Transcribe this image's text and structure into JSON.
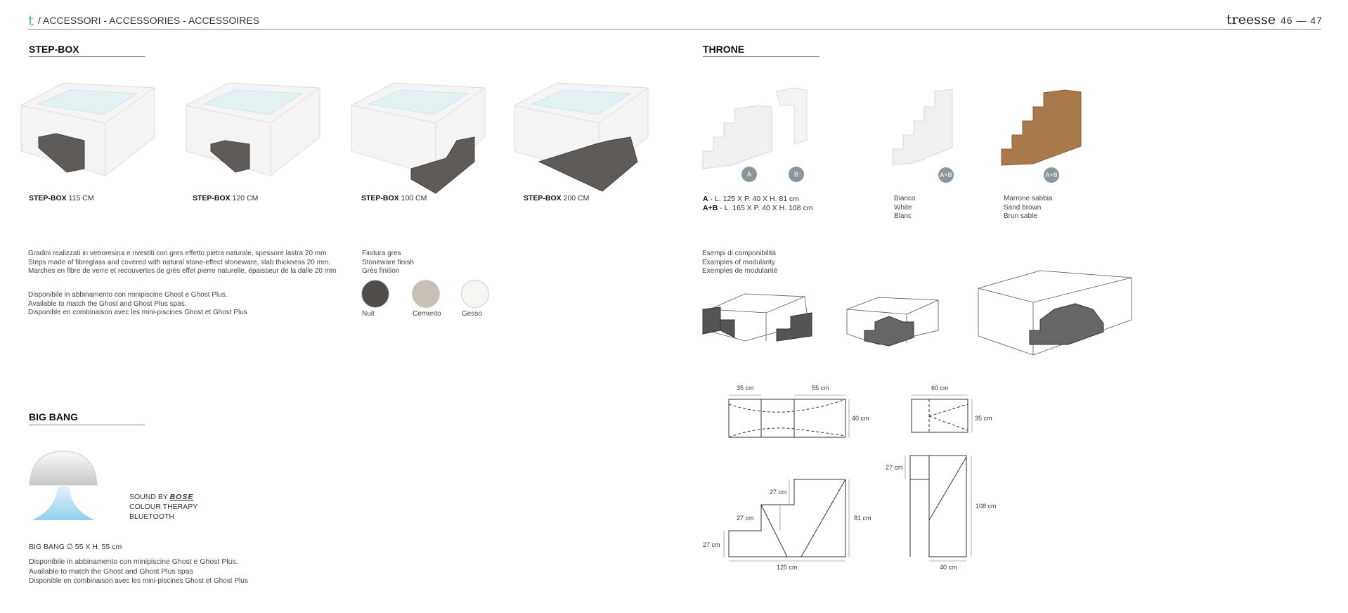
{
  "header": {
    "logo_letter": "t",
    "breadcrumb": "/ ACCESSORI - ACCESSORIES - ACCESSOIRES",
    "brand": "treesse",
    "pages": "46 — 47"
  },
  "stepbox": {
    "title": "STEP-BOX",
    "items": [
      {
        "name": "STEP-BOX",
        "size": "115 CM"
      },
      {
        "name": "STEP-BOX",
        "size": "120 CM"
      },
      {
        "name": "STEP-BOX",
        "size": "100 CM"
      },
      {
        "name": "STEP-BOX",
        "size": "200 CM"
      }
    ],
    "description": [
      "Gradini realizzati in vetroresina e rivestiti con gres effetto pietra naturale, spessore lastra 20 mm",
      "Steps made of fibreglass and covered with natural stone-effect stoneware, slab thickness 20 mm.",
      "Marches en fibre de verre et recouvertes de grès effet pierre naturelle, épaisseur de la dalle 20 mm"
    ],
    "availability": [
      "Disponibile in abbinamento con minipiscine Ghost e Ghost Plus.",
      "Available to match the Ghost and Ghost Plus spas.",
      "Disponible en combinaison avec les mini-piscines Ghost et Ghost Plus"
    ],
    "finish_title": [
      "Finitura gres",
      "Stoneware finish",
      "Grès finition"
    ],
    "finishes": [
      {
        "name": "Nuit",
        "color": "#4f4c4a"
      },
      {
        "name": "Cemento",
        "color": "#c9c0b5"
      },
      {
        "name": "Gesso",
        "color": "#f7f5f2"
      }
    ]
  },
  "throne": {
    "title": "THRONE",
    "badges": [
      "A",
      "B",
      "A+B",
      "A+B"
    ],
    "dims": [
      {
        "key": "A",
        "text": "- L. 125 X P. 40 X H. 81 cm"
      },
      {
        "key": "A+B",
        "text": "- L. 165 X P. 40 X H. 108 cm"
      }
    ],
    "white": [
      "Bianco",
      "White",
      "Blanc"
    ],
    "brown": [
      "Marrone sabbia",
      "Sand brown",
      "Brun sable"
    ],
    "modularity": [
      "Esempi di componibilità",
      "Examples of modularity",
      "Exemples de modularité"
    ],
    "drawing_labels": {
      "d35": "35 cm",
      "d55": "55 cm",
      "d40a": "40 cm",
      "d60": "60 cm",
      "d35b": "35 cm",
      "d27a": "27 cm",
      "d27b": "27 cm",
      "d27c": "27 cm",
      "d81": "81 cm",
      "d125": "125 cm",
      "d27d": "27 cm",
      "d108": "108 cm",
      "d40b": "40 cm"
    }
  },
  "bigbang": {
    "title": "BIG BANG",
    "sound_by": "SOUND BY",
    "bose": "BOSE",
    "features": [
      "COLOUR THERAPY",
      "BLUETOOTH"
    ],
    "name": "BIG BANG",
    "size": "∅ 55 X H. 55 cm",
    "availability": [
      "Disponibile in abbinamento con minipiscine Ghost e Ghost Plus.",
      "Available to match the Ghost and Ghost Plus spas",
      "Disponible en combinaison avec les mini-piscines Ghost et Ghost Plus"
    ]
  }
}
